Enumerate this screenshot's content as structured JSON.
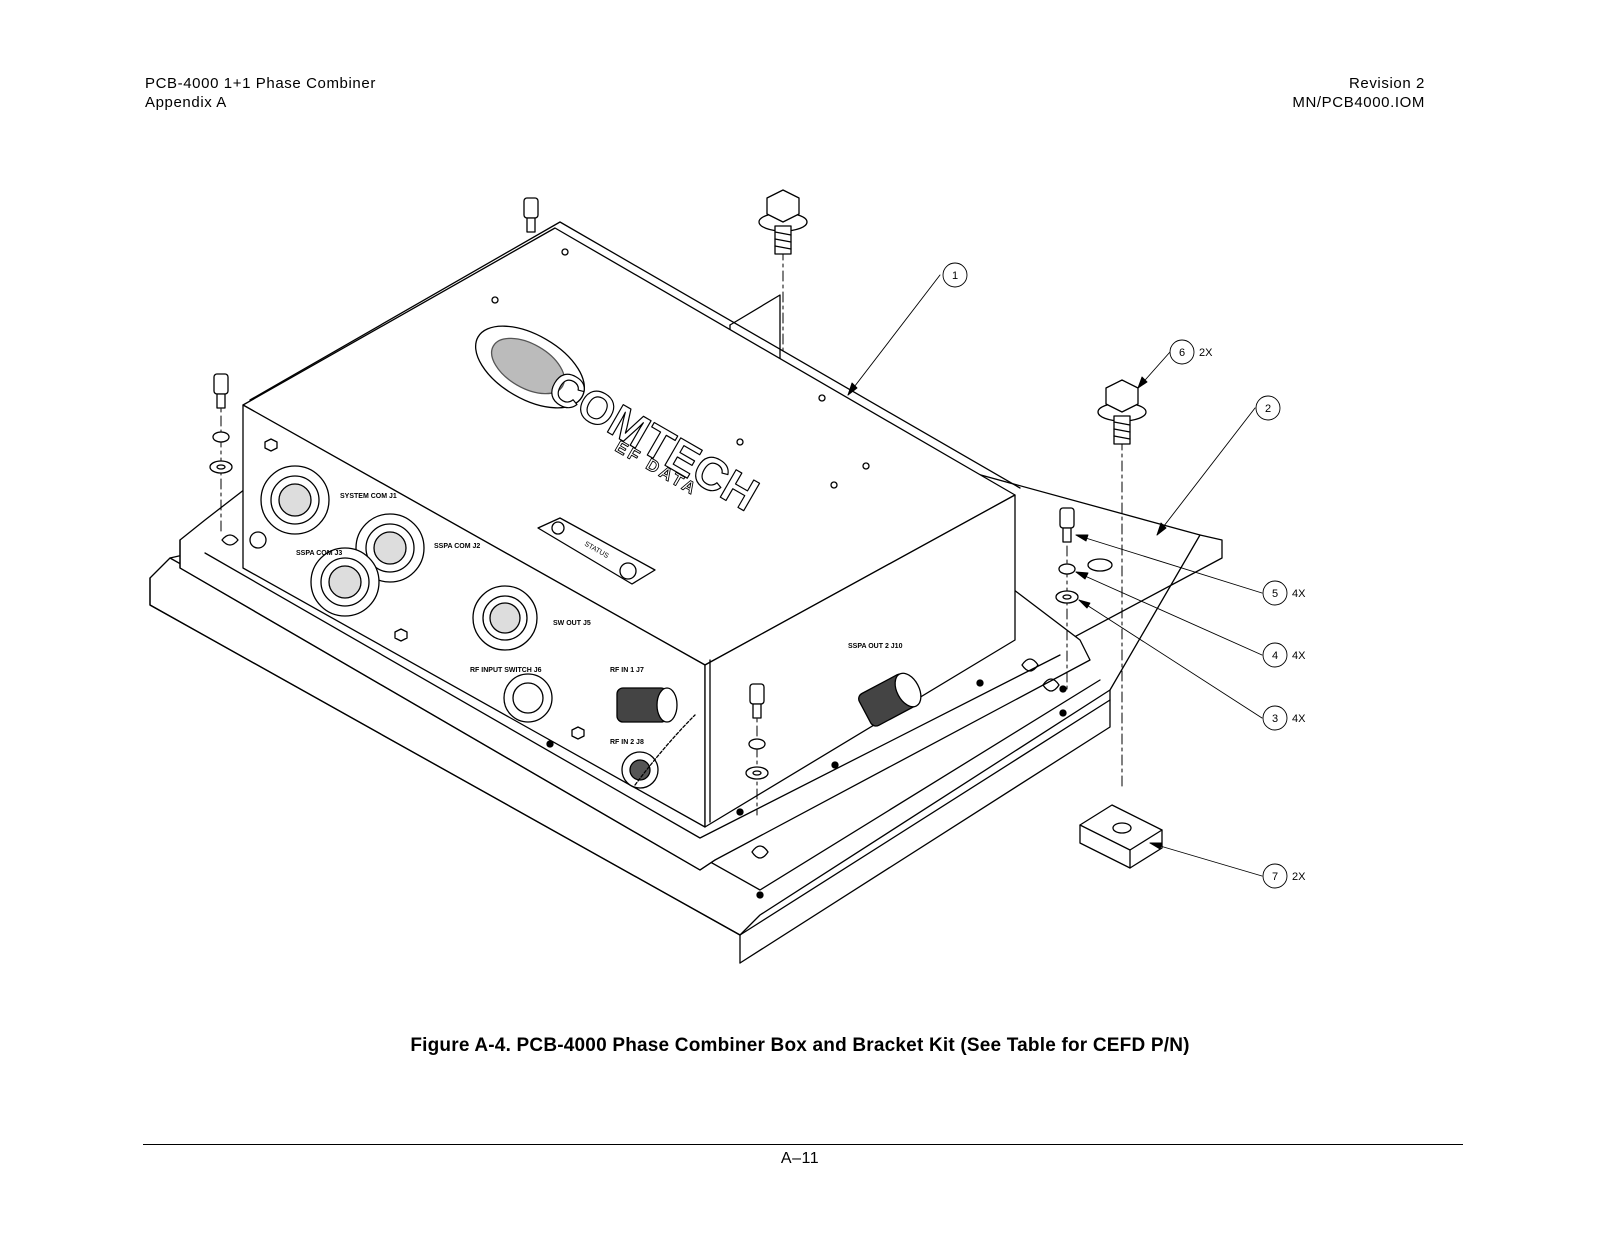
{
  "header": {
    "left_line1": "PCB-4000 1+1 Phase Combiner",
    "left_line2": "Appendix A",
    "right_line1": "Revision 2",
    "right_line2": "MN/PCB4000.IOM"
  },
  "figure": {
    "caption": "Figure A-4. PCB-4000 Phase Combiner Box and Bracket Kit (See Table for CEFD P/N)",
    "logo_text": "COMTECH",
    "logo_subtext": "EF DATA",
    "connector_labels": {
      "j1": "SYSTEM COM J1",
      "j2": "SSPA COM J2",
      "j3": "SSPA COM J3",
      "j5": "SW OUT J5",
      "j6": "RF INPUT SWITCH J6",
      "j7": "RF IN 1 J7",
      "j8": "RF IN 2 J8",
      "j10": "SSPA OUT 2 J10",
      "status": "STATUS"
    },
    "callouts": [
      {
        "num": "1",
        "qty": ""
      },
      {
        "num": "2",
        "qty": ""
      },
      {
        "num": "3",
        "qty": "4X"
      },
      {
        "num": "4",
        "qty": "4X"
      },
      {
        "num": "5",
        "qty": "4X"
      },
      {
        "num": "6",
        "qty": "2X"
      },
      {
        "num": "7",
        "qty": "2X"
      }
    ]
  },
  "footer": {
    "page_number": "A–11"
  }
}
